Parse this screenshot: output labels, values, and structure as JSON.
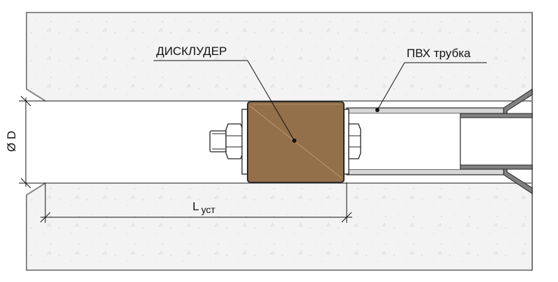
{
  "labels": {
    "discluder": "ДИСКЛУДЕР",
    "pvc_tube": "ПВХ трубка",
    "diameter": "Ø D",
    "length_main": "L",
    "length_sub": "уст"
  },
  "colors": {
    "concrete": "#f2f2f2",
    "discluder": "#93704a",
    "tube": "#d6d6d6",
    "inner_tube": "#808080"
  }
}
